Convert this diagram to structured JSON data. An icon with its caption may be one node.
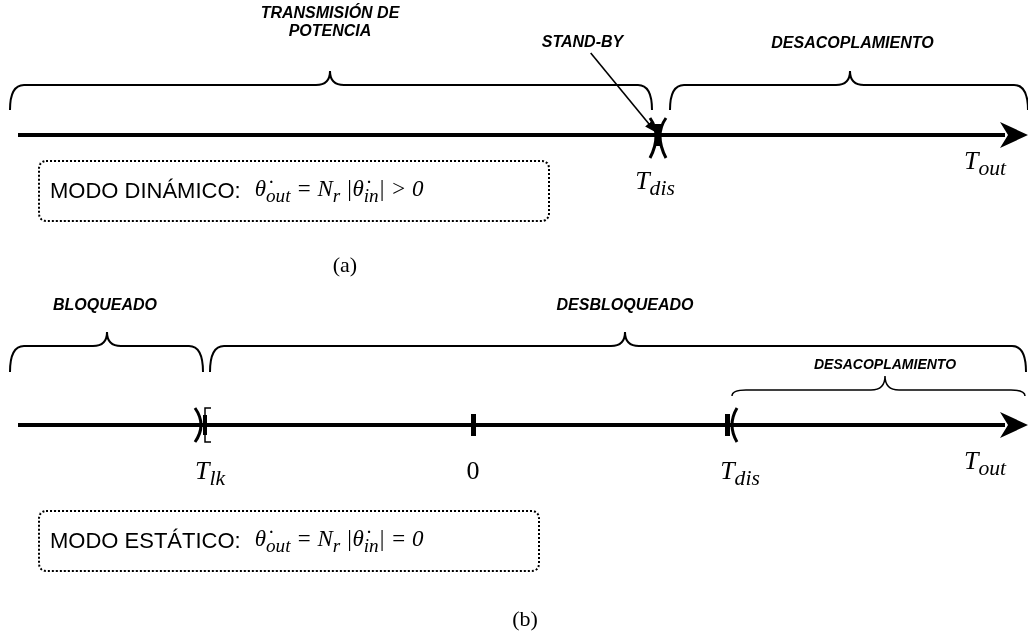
{
  "diagram": {
    "nodes": [
      {
        "text": [
          "STAND-BY"
        ]
      },
      {
        "text": [],
        "shape": "bar"
      },
      {
        "text": [
          "MODO DINÁMICO:",
          "θ̇$_{out}$ = N$_{r}$ |θ̇$_{in}$| > 0"
        ]
      },
      {
        "text": [
          "MODO ESTÁTICO:",
          "θ̇$_{out}$ = N$_{r}$ |θ̇$_{in}$| = 0"
        ]
      }
    ],
    "edges": [
      {
        "from": 0,
        "to": 1,
        "arrow": "to"
      }
    ],
    "labels": [
      "TRANSMISIÓN DE POTENCIA",
      "DESACOPLAMIENTO",
      "T$_{dis}$",
      "T$_{out}$",
      "(a)",
      "BLOQUEADO",
      "DESBLOQUEADO",
      "DESACOPLAMIENTO",
      "T$_{lk}$",
      "0",
      "T$_{dis}$",
      "T$_{out}$",
      "(b)"
    ]
  }
}
